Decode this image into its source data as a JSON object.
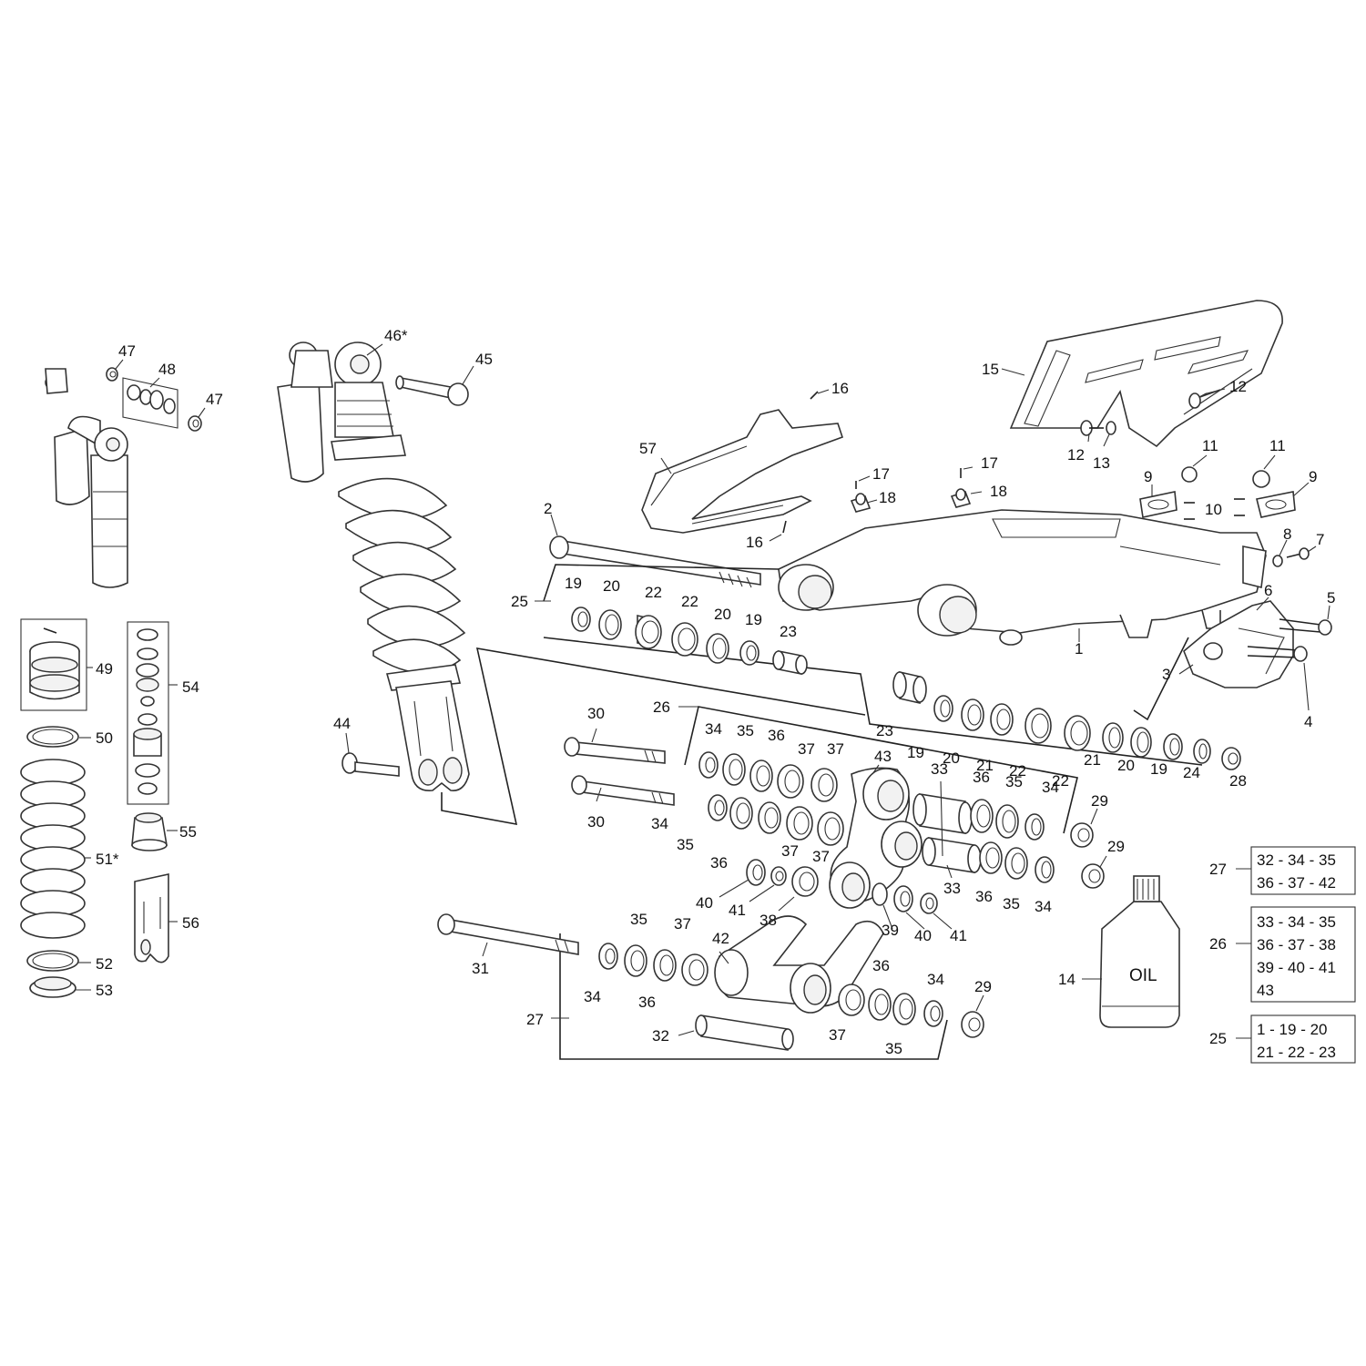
{
  "oil_label": "OIL",
  "labels": {
    "l1": "1",
    "l2": "2",
    "l3": "3",
    "l4": "4",
    "l5": "5",
    "l6": "6",
    "l7": "7",
    "l8": "8",
    "l9a": "9",
    "l9b": "9",
    "l10": "10",
    "l11a": "11",
    "l11b": "11",
    "l12a": "12",
    "l12b": "12",
    "l13": "13",
    "l14": "14",
    "l15": "15",
    "l16a": "16",
    "l16b": "16",
    "l17a": "17",
    "l17b": "17",
    "l18a": "18",
    "l18b": "18",
    "l19a": "19",
    "l20a": "20",
    "l22a": "22",
    "l22b": "22",
    "l20b": "20",
    "l19b": "19",
    "l23a": "23",
    "l23b": "23",
    "l19c": "19",
    "l20c": "20",
    "l21a": "21",
    "l22c": "22",
    "l22d": "22",
    "l21b": "21",
    "l20d": "20",
    "l19d": "19",
    "l24": "24",
    "l28": "28",
    "l25": "25",
    "l26": "26",
    "l27": "27",
    "l29a": "29",
    "l29b": "29",
    "l29c": "29",
    "l30a": "30",
    "l30b": "30",
    "l31": "31",
    "l32": "32",
    "l33a": "33",
    "l33b": "33",
    "l34a": "34",
    "l34b": "34",
    "l34c": "34",
    "l34d": "34",
    "l34e": "34",
    "l34f": "34",
    "l35a": "35",
    "l35b": "35",
    "l35c": "35",
    "l35d": "35",
    "l35e": "35",
    "l35f": "35",
    "l36a": "36",
    "l36b": "36",
    "l36c": "36",
    "l36d": "36",
    "l36e": "36",
    "l36f": "36",
    "l37a": "37",
    "l37b": "37",
    "l37c": "37",
    "l37d": "37",
    "l37e": "37",
    "l37f": "37",
    "l38": "38",
    "l39": "39",
    "l40a": "40",
    "l40b": "40",
    "l41a": "41",
    "l41b": "41",
    "l42": "42",
    "l43": "43",
    "l44": "44",
    "l45": "45",
    "l46": "46*",
    "l47a": "47",
    "l47b": "47",
    "l48": "48",
    "l49": "49",
    "l50": "50",
    "l51": "51*",
    "l52": "52",
    "l53": "53",
    "l54": "54",
    "l55": "55",
    "l56": "56",
    "l57": "57"
  },
  "kits": [
    {
      "ref": "27",
      "lines": [
        "32 - 34 - 35",
        "36 - 37 - 42"
      ]
    },
    {
      "ref": "26",
      "lines": [
        "33 - 34 - 35",
        "36 - 37 - 38",
        "39 - 40 - 41",
        "43"
      ]
    },
    {
      "ref": "25",
      "lines": [
        "1 - 19 - 20",
        "21 - 22 - 23"
      ]
    }
  ]
}
